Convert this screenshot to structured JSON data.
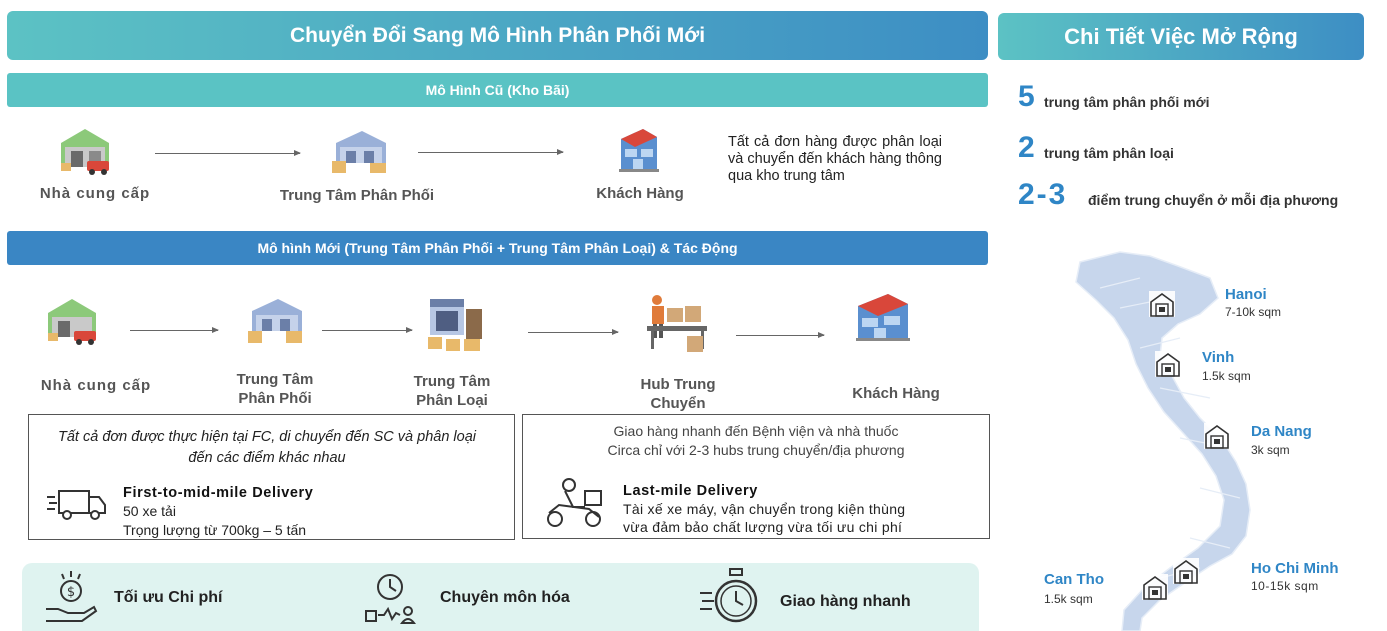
{
  "left_header": "Chuyển Đổi Sang Mô Hình Phân Phối Mới",
  "right_header": "Chi Tiết Việc Mở Rộng",
  "old_model": {
    "title": "Mô Hình Cũ (Kho Bãi)",
    "nodes": [
      "Nhà cung cấp",
      "Trung Tâm Phân Phối",
      "Khách Hàng"
    ],
    "description": "Tất cả đơn hàng được phân loại và chuyển đến khách hàng thông qua kho trung tâm"
  },
  "new_model": {
    "title": "Mô hình Mới (Trung Tâm Phân Phối + Trung Tâm Phân Loại) & Tác Động",
    "nodes": [
      "Nhà cung cấp",
      "Trung Tâm Phân Phối",
      "Trung Tâm Phân Loại",
      "Hub Trung Chuyển",
      "Khách Hàng"
    ]
  },
  "box_left": {
    "intro": "Tất cả đơn được thực hiện tại FC, di chuyển đến SC và phân loại đến các điểm khác nhau",
    "title": "First-to-mid-mile Delivery",
    "line1": "50 xe tải",
    "line2": "Trọng lượng từ 700kg – 5 tấn",
    "icon": "truck-icon"
  },
  "box_right": {
    "intro1": "Giao hàng nhanh đến Bệnh viện và nhà thuốc",
    "intro2": "Circa chỉ với 2-3 hubs trung chuyển/địa phương",
    "title": "Last-mile Delivery",
    "line1": "Tài xế xe máy, vận chuyển trong kiện thùng",
    "line2": "vừa đảm bảo chất lượng vừa tối ưu chi phí",
    "icon": "motorbike-icon"
  },
  "benefits": [
    {
      "label": "Tối ưu Chi phí",
      "icon": "cost-hand-icon"
    },
    {
      "label": "Chuyên môn hóa",
      "icon": "clock-process-icon"
    },
    {
      "label": "Giao hàng nhanh",
      "icon": "stopwatch-icon"
    }
  ],
  "stats": [
    {
      "num": "5",
      "text": "trung tâm phân phối mới"
    },
    {
      "num": "2",
      "text": "trung tâm phân loại"
    },
    {
      "num": "2-3",
      "text": "điểm trung chuyển ở mỗi địa phương"
    }
  ],
  "cities": [
    {
      "name": "Hanoi",
      "size": "7-10k sqm"
    },
    {
      "name": "Vinh",
      "size": "1.5k sqm"
    },
    {
      "name": "Da Nang",
      "size": "3k sqm"
    },
    {
      "name": "Ho Chi Minh",
      "size": "10-15k sqm"
    },
    {
      "name": "Can Tho",
      "size": "1.5k sqm"
    }
  ],
  "colors": {
    "teal": "#5cc2c4",
    "blue": "#3d8ec4",
    "accent": "#2f86c6",
    "mint": "#dff3f0"
  }
}
